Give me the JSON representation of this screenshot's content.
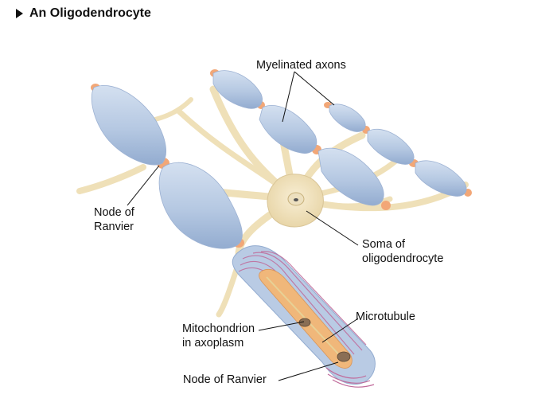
{
  "title": "An Oligodendrocyte",
  "labels": {
    "myelinated_axons": "Myelinated axons",
    "node_of_ranvier_upper_line1": "Node of",
    "node_of_ranvier_upper_line2": "Ranvier",
    "soma_line1": "Soma of",
    "soma_line2": "oligodendrocyte",
    "microtubule": "Microtubule",
    "mitochondrion_line1": "Mitochondrion",
    "mitochondrion_line2": "in axoplasm",
    "node_of_ranvier_lower": "Node of Ranvier"
  },
  "colors": {
    "myelin": "#b9cbe4",
    "myelin_shade": "#8fa8cc",
    "process": "#f3e6c4",
    "process_edge": "#d9c597",
    "node": "#f2a777",
    "lamellae": "#c06a9a",
    "axoplasm": "#f0b77a"
  }
}
